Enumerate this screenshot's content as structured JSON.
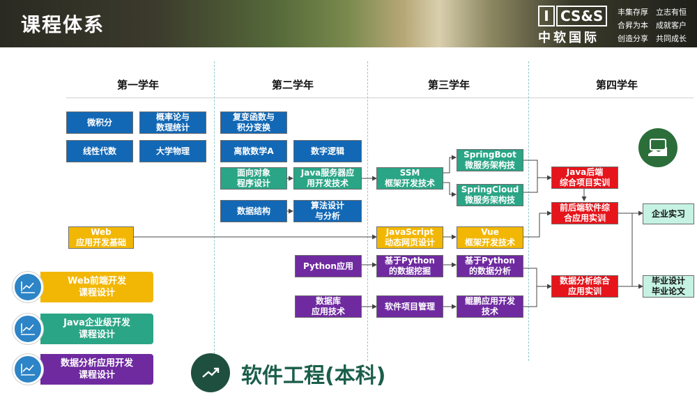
{
  "header": {
    "title": "课程体系",
    "logo_mark": "I",
    "logo_text": "CS&S",
    "logo_cn": "中软国际",
    "mottos": [
      "丰集存厚　立志有恒",
      "合昇为本　成就客户",
      "创造分享　共同成长"
    ]
  },
  "years": [
    "第一学年",
    "第二学年",
    "第三学年",
    "第四学年"
  ],
  "courses": {
    "calculus": "微积分",
    "probability": "概率论与\n数理统计",
    "linear_algebra": "线性代数",
    "physics": "大学物理",
    "complex_functions": "复变函数与\n积分变换",
    "discrete_math": "离散数学A",
    "digital_logic": "数字逻辑",
    "oop": "面向对象\n程序设计",
    "java_server": "Java服务器应\n用开发技术",
    "data_structures": "数据结构",
    "algorithms": "算法设计\n与分析",
    "ssm": "SSM\n框架开发技术",
    "springboot": "SpringBoot\n微服务架构技",
    "springcloud": "SpringCloud\n微服务架构技",
    "java_backend": "Java后端\n综合项目实训",
    "web_basics": "Web\n应用开发基础",
    "javascript": "JavaScript\n动态网页设计",
    "vue": "Vue\n框架开发技术",
    "fullstack": "前后端软件综\n合应用实训",
    "enterprise_internship": "企业实习",
    "python_app": "Python应用",
    "python_mining": "基于Python\n的数据挖掘",
    "python_analysis": "基于Python\n的数据分析",
    "data_analysis_training": "数据分析综合\n应用实训",
    "thesis": "毕业设计\n毕业论文",
    "database": "数据库\n应用技术",
    "software_pm": "软件项目管理",
    "kunpeng": "鲲鹏应用开发\n技术"
  },
  "course_designs": [
    {
      "label": "Web前端开发\n课程设计",
      "color": "#f2b705"
    },
    {
      "label": "Java企业级开发\n课程设计",
      "color": "#2aa586"
    },
    {
      "label": "数据分析应用开发\n课程设计",
      "color": "#6f2aa0"
    }
  ],
  "footer": {
    "title": "软件工程(本科)"
  },
  "colors": {
    "blue": "#1268b5",
    "teal": "#2aa586",
    "yellow": "#f2b705",
    "purple": "#6f2aa0",
    "red": "#e6141b",
    "mint": "#c5f2e3"
  },
  "icons": [
    "chart-icon",
    "trend-up-icon",
    "hand-screen-icon"
  ]
}
